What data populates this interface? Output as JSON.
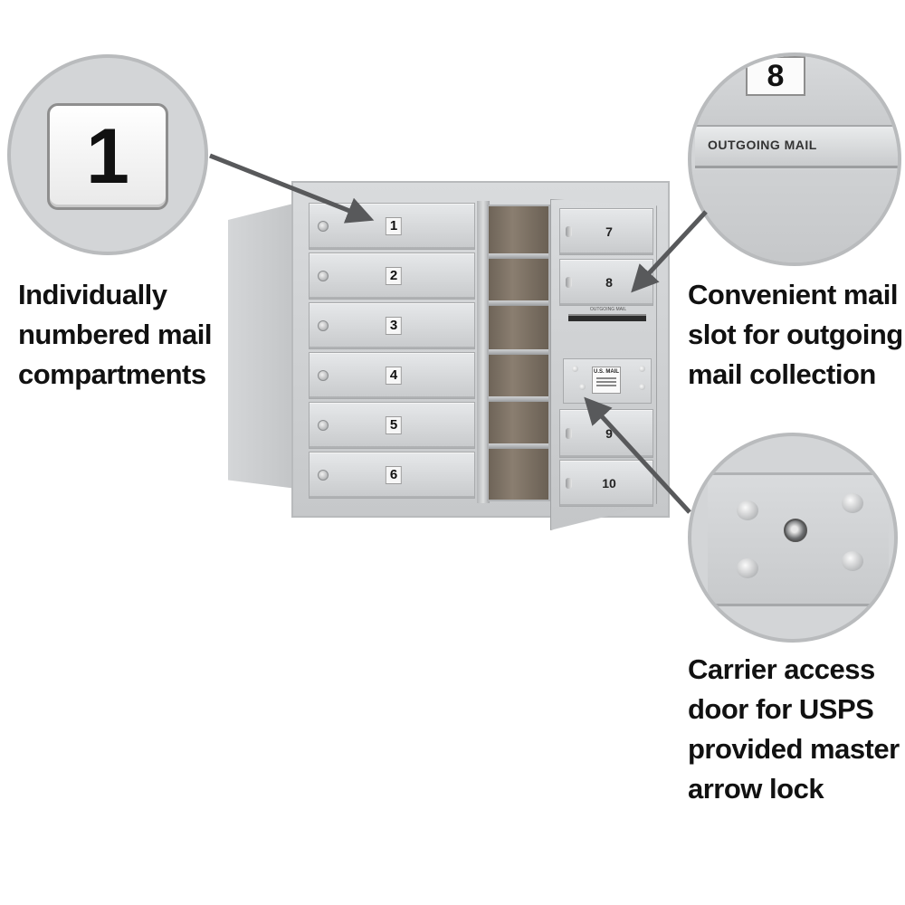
{
  "callouts": {
    "compartments": [
      "Individually",
      "numbered mail",
      "compartments"
    ],
    "outgoing": [
      "Convenient mail",
      "slot for outgoing",
      "mail collection"
    ],
    "carrier": [
      "Carrier access",
      "door for USPS",
      "provided master",
      "arrow lock"
    ]
  },
  "zoom": {
    "compartment_number": "1",
    "outgoing_number": "8",
    "outgoing_label": "OUTGOING MAIL"
  },
  "mailbox": {
    "left_doors": [
      "1",
      "2",
      "3",
      "4",
      "5",
      "6"
    ],
    "right_doors_top": [
      "7",
      "8"
    ],
    "right_doors_bottom": [
      "9",
      "10"
    ],
    "slot_label": "OUTGOING MAIL",
    "usps_tag": "U.S. MAIL"
  },
  "colors": {
    "aluminum": "#d4d6d8",
    "arrow": "#58595b",
    "text": "#111111"
  }
}
